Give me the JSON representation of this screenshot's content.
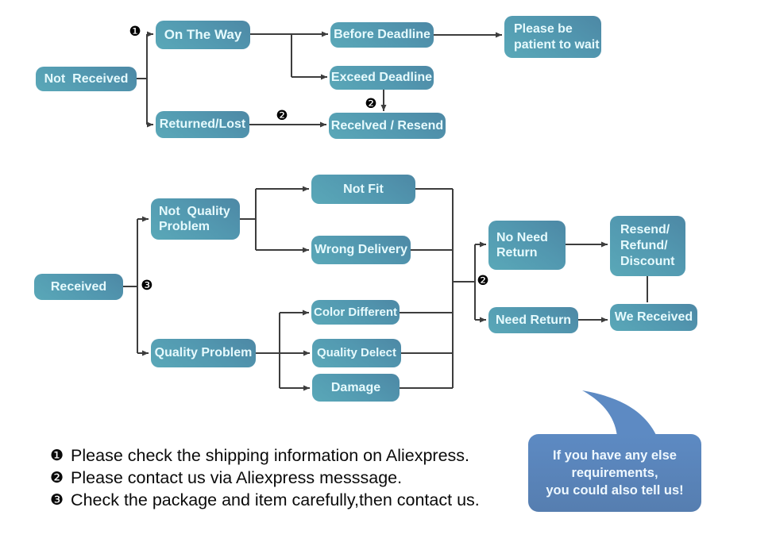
{
  "colors": {
    "box_top": "#4d88a5",
    "box_bottom": "#5aa8b8",
    "bubble": "#5d8ac3",
    "line": "#3d3d3d"
  },
  "top_flow": {
    "not_received": "Not  Received",
    "on_the_way": "On The Way",
    "returned_lost": "Returned/Lost",
    "before_deadline": "Before Deadline",
    "exceed_deadline": "Exceed Deadline",
    "received_resend": "Recelved / Resend",
    "please_wait": "Please be\npatient to wait"
  },
  "received_flow": {
    "received": "Received",
    "not_quality_problem": "Not  Quality\nProblem",
    "quality_problem": "Quality Problem",
    "not_fit": "Not Fit",
    "wrong_delivery": "Wrong Delivery",
    "color_different": "Color Different",
    "quality_delect": "Quality Delect",
    "damage": "Damage",
    "no_need_return": "No Need\nReturn",
    "need_return": "Need Return",
    "resend_refund_discount": "Resend/\nRefund/\nDiscount",
    "we_received": "We Received"
  },
  "markers": {
    "one": "❶",
    "two": "❷",
    "three": "❸"
  },
  "notes": [
    {
      "marker": "❶",
      "text": "Please check the shipping information on Aliexpress."
    },
    {
      "marker": "❷",
      "text": "Please contact us via Aliexpress messsage."
    },
    {
      "marker": "❸",
      "text": "Check the package and item carefully,then contact us."
    }
  ],
  "bubble": {
    "text": "If you have any else\nrequirements,\nyou could also tell us!"
  }
}
